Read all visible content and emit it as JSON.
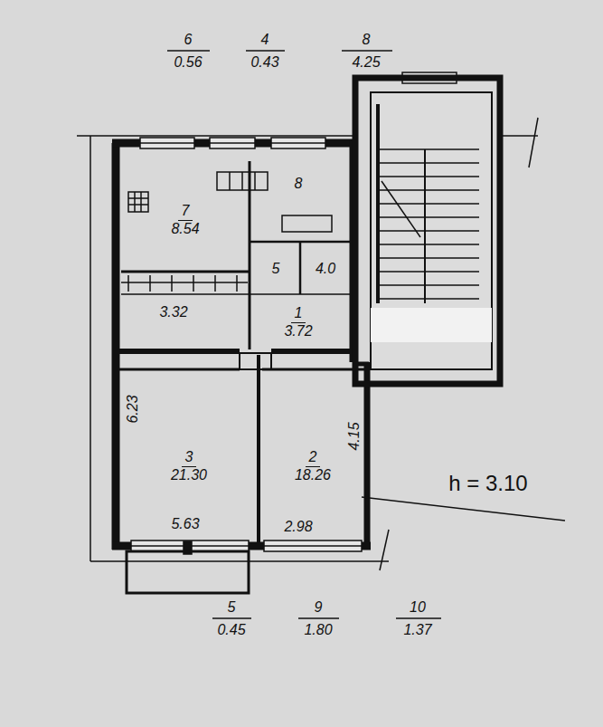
{
  "diagram": {
    "nodes": [
      {
        "text": [
          "7",
          "8.54"
        ]
      },
      {
        "text": [
          "8"
        ]
      },
      {
        "text": [
          "5"
        ]
      },
      {
        "text": [
          "4.0"
        ]
      },
      {
        "text": [
          "1",
          "3.72"
        ]
      },
      {
        "text": [
          "3",
          "21.30"
        ]
      },
      {
        "text": [
          "2",
          "18.26"
        ]
      }
    ],
    "labels": [
      "6",
      "0.56",
      "4",
      "0.43",
      "8",
      "4.25",
      "3.32",
      "6.23",
      "5.63",
      "4.15",
      "2.98",
      "5",
      "0.45",
      "9",
      "1.80",
      "10",
      "1.37",
      "h = 3.10"
    ]
  }
}
